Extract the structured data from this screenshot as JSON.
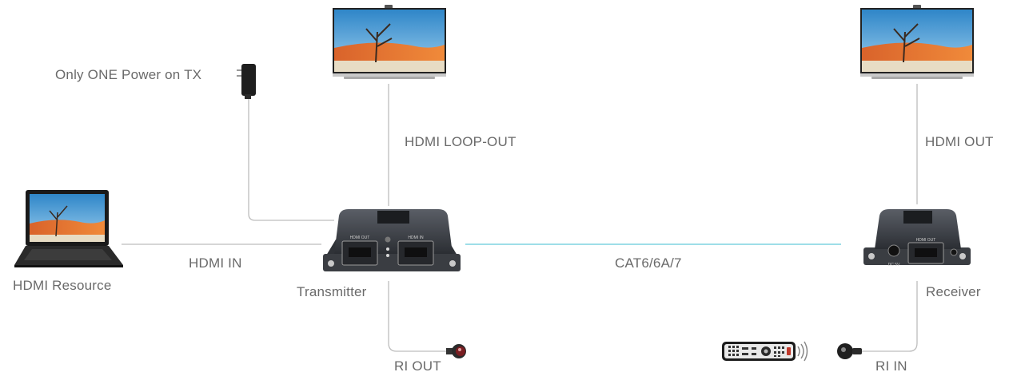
{
  "labels": {
    "power": "Only ONE Power on TX",
    "hdmi_loop_out": "HDMI LOOP-OUT",
    "hdmi_out": "HDMI OUT",
    "hdmi_in": "HDMI IN",
    "hdmi_resource": "HDMI Resource",
    "transmitter": "Transmitter",
    "receiver": "Receiver",
    "cable": "CAT6/6A/7",
    "ri_out": "RI OUT",
    "ri_in": "RI IN"
  },
  "colors": {
    "line": "#bdbdbd",
    "cable": "#7fd3e0",
    "label": "#6a6a6a",
    "device_body": "#3a3d42"
  },
  "icons": {
    "tv_left": "tv-icon",
    "tv_right": "tv-icon",
    "laptop": "laptop-icon",
    "adapter": "power-adapter-icon",
    "transmitter": "transmitter-device-icon",
    "receiver": "receiver-device-icon",
    "remote": "remote-control-icon",
    "ir_emitter": "ir-emitter-icon",
    "ir_receiver": "ir-receiver-icon"
  }
}
